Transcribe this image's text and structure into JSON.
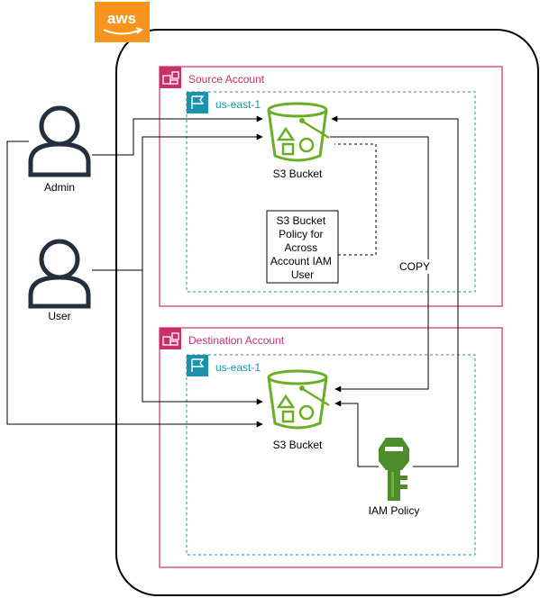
{
  "cloud": {
    "logo_text": "aws"
  },
  "source_account": {
    "title": "Source Account",
    "region": "us-east-1",
    "bucket_label": "S3 Bucket",
    "policy_note": [
      "S3 Bucket",
      "Policy for",
      "Across",
      "Account IAM",
      "User"
    ]
  },
  "destination_account": {
    "title": "Destination Account",
    "region": "us-east-1",
    "bucket_label": "S3 Bucket",
    "iam_policy_label": "IAM Policy"
  },
  "actors": {
    "admin": "Admin",
    "user": "User"
  },
  "connections": {
    "copy_label": "COPY"
  },
  "colors": {
    "account_border": "#c7306b",
    "region_border": "#1a93a8",
    "s3_green": "#6aae24",
    "iam_green": "#4e8d2b",
    "aws_orange": "#f7941d",
    "line": "#000000"
  }
}
